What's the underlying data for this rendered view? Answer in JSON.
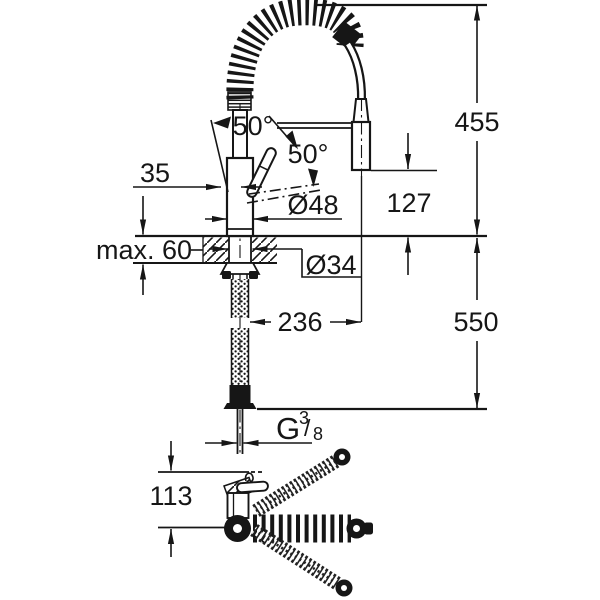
{
  "drawing": {
    "dimensions": {
      "overall_height": "455",
      "head_clearance": "127",
      "hose_length": "550",
      "spout_angle": "50°",
      "handle_angle": "50°",
      "spout_center_offset": "35",
      "body_diameter": "Ø48",
      "max_deck_thickness": "max. 60",
      "shank_diameter": "Ø34",
      "reach": "236",
      "plan_height": "113",
      "thread": {
        "letter": "G",
        "numerator": "3",
        "slash": "/",
        "denominator": "8"
      }
    },
    "colors": {
      "line": "#161616",
      "background": "#ffffff"
    }
  }
}
